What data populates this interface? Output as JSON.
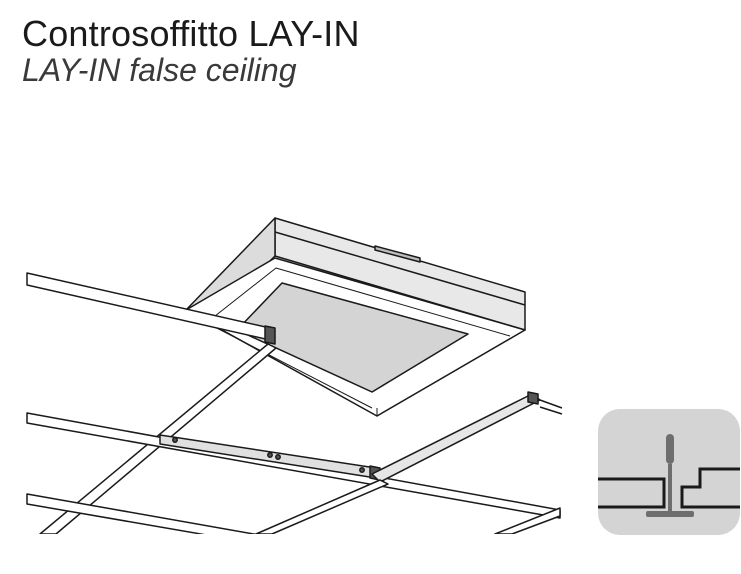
{
  "header": {
    "title": "Controsoffitto LAY-IN",
    "subtitle": "LAY-IN false ceiling"
  },
  "illustration": {
    "icon": "lay-in-ceiling-unit-illustration"
  },
  "detail": {
    "icon": "t-bar-profile-detail-icon",
    "background": "#d4d4d4"
  },
  "colors": {
    "stroke": "#1a1a1a",
    "panel_fill": "#d4d4d4",
    "housing_fill": "#e6e6e6",
    "detail_bar": "#6e6e6e"
  }
}
